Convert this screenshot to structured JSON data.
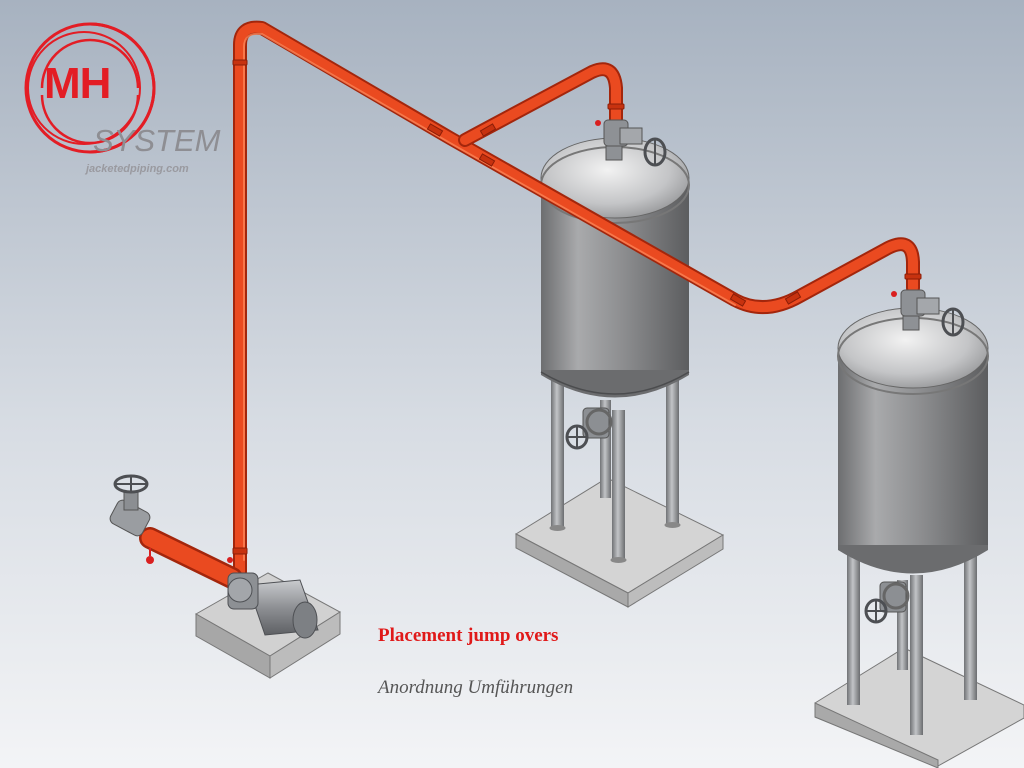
{
  "logo": {
    "mark": "MH",
    "wordmark": "SYSTEM",
    "url": "jacketedpiping.com",
    "brand_color": "#e31d25"
  },
  "captions": {
    "english": "Placement jump overs",
    "german": "Anordnung Umführungen"
  },
  "colors": {
    "pipe": "#e8401c",
    "pipe_dark": "#b82a0f",
    "vessel": "#8a8a8c",
    "steel": "#9b9ea2",
    "base": "#c9c9c9"
  }
}
